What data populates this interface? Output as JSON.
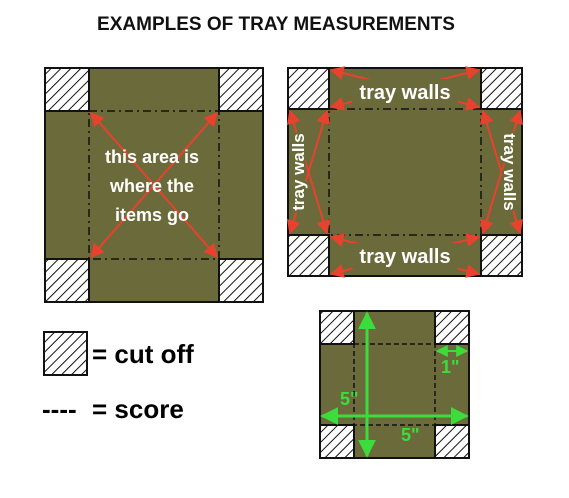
{
  "title": "EXAMPLES OF TRAY MEASUREMENTS",
  "colors": {
    "board": "#6b6a3a",
    "border": "#111111",
    "arrow_red": "#e8422e",
    "arrow_green": "#3ddc3d",
    "text_white": "#ffffff"
  },
  "diagram1": {
    "center_text": [
      "this area is",
      "where the",
      "items go"
    ]
  },
  "diagram2": {
    "top_label": "tray walls",
    "bottom_label": "tray walls",
    "left_label": "tray walls",
    "right_label": "tray walls"
  },
  "diagram3": {
    "vertical_dim": "5\"",
    "horizontal_dim": "5\"",
    "corner_dim": "1\""
  },
  "legend": {
    "cut_off": "= cut off",
    "score": "= score",
    "dash_sample": "----"
  }
}
